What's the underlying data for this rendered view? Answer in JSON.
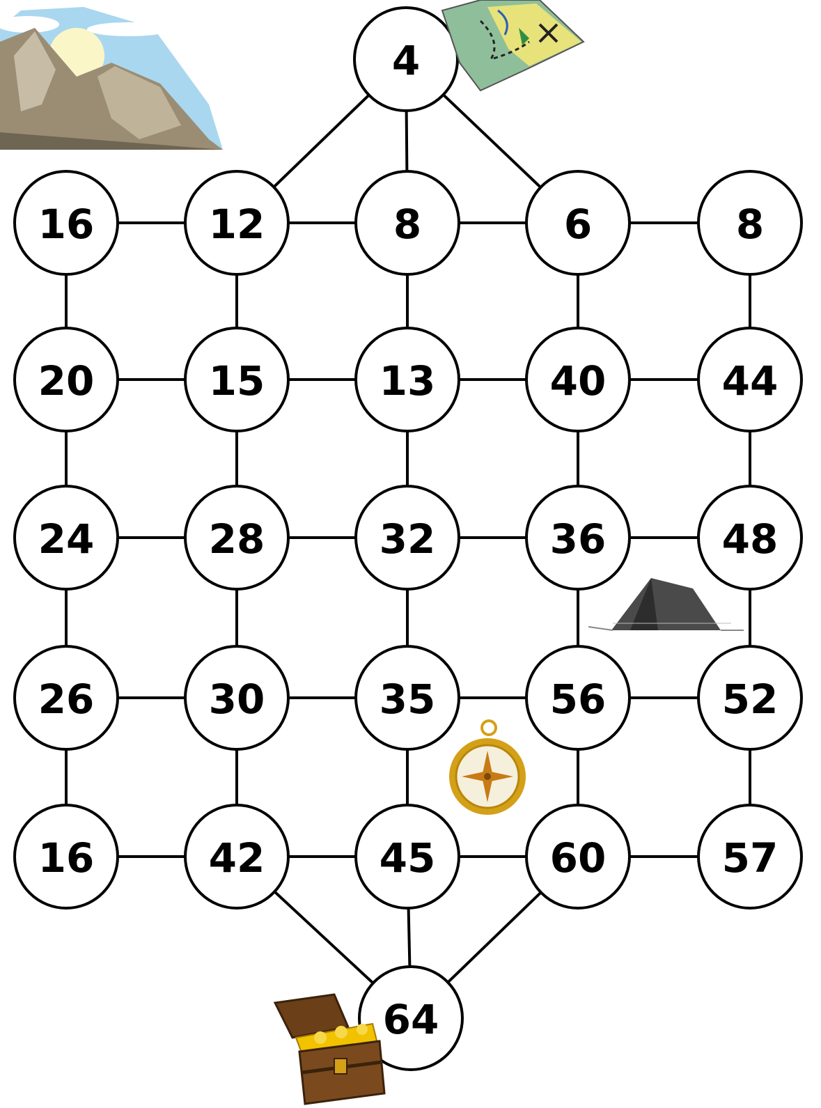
{
  "puzzle": {
    "top": "4",
    "grid": [
      [
        "16",
        "12",
        "8",
        "6",
        "8"
      ],
      [
        "20",
        "15",
        "13",
        "40",
        "44"
      ],
      [
        "24",
        "28",
        "32",
        "36",
        "48"
      ],
      [
        "26",
        "30",
        "35",
        "56",
        "52"
      ],
      [
        "16",
        "42",
        "45",
        "60",
        "57"
      ]
    ],
    "bottom": "64"
  },
  "decorations": [
    "mountains-icon",
    "treasure-map-icon",
    "tent-icon",
    "compass-icon",
    "treasure-chest-icon"
  ],
  "colors": {
    "line": "#000000",
    "node_fill": "#ffffff",
    "compass_gold": "#d4a017",
    "tent": "#3c3c3c",
    "chest_wood": "#6b3f17",
    "gold": "#f2c200"
  }
}
